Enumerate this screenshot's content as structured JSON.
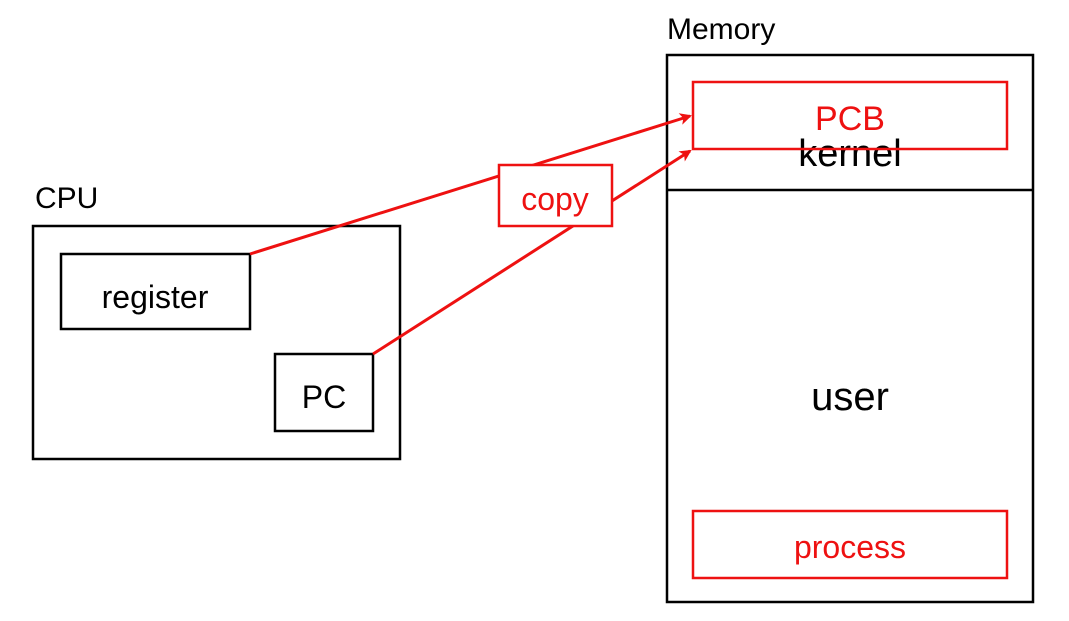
{
  "cpu": {
    "title": "CPU",
    "register_label": "register",
    "pc_label": "PC"
  },
  "memory": {
    "title": "Memory",
    "kernel_label": "kernel",
    "pcb_label": "PCB",
    "user_label": "user",
    "process_label": "process"
  },
  "copy_label": "copy",
  "colors": {
    "stroke": "#000000",
    "accent": "#ee1111",
    "background": "#ffffff"
  }
}
